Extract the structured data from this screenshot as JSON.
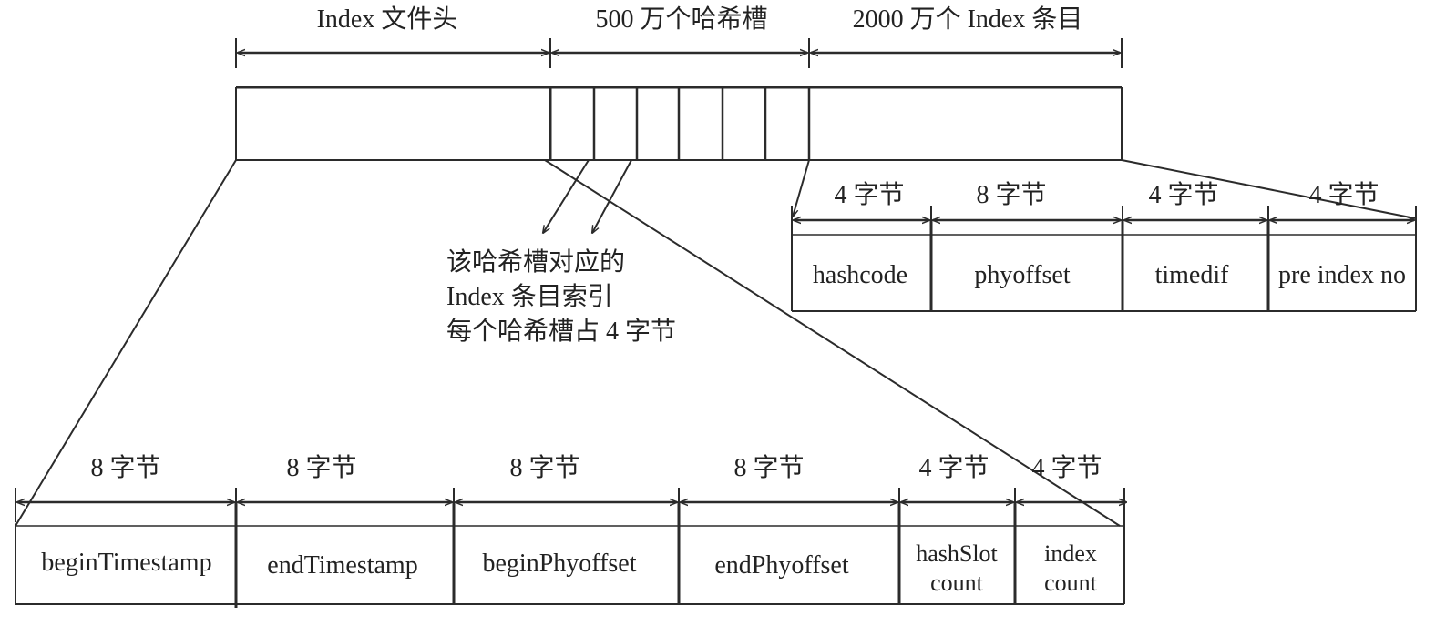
{
  "top": {
    "header_label": "Index 文件头",
    "slots_label": "500 万个哈希槽",
    "entries_label": "2000 万个 Index 条目"
  },
  "slot_note": {
    "line1": "该哈希槽对应的",
    "line2": "Index 条目索引",
    "line3": "每个哈希槽占 4 字节"
  },
  "entry": {
    "fields": [
      {
        "size": "4 字节",
        "name": "hashcode"
      },
      {
        "size": "8 字节",
        "name": "phyoffset"
      },
      {
        "size": "4 字节",
        "name": "timedif"
      },
      {
        "size": "4 字节",
        "name": "pre index no"
      }
    ]
  },
  "header": {
    "fields": [
      {
        "size": "8 字节",
        "name": "beginTimestamp"
      },
      {
        "size": "8 字节",
        "name": "endTimestamp"
      },
      {
        "size": "8 字节",
        "name": "beginPhyoffset"
      },
      {
        "size": "8 字节",
        "name": "endPhyoffset"
      },
      {
        "size": "4 字节",
        "name_line1": "hashSlot",
        "name_line2": "count"
      },
      {
        "size": "4 字节",
        "name_line1": "index",
        "name_line2": "count"
      }
    ]
  }
}
